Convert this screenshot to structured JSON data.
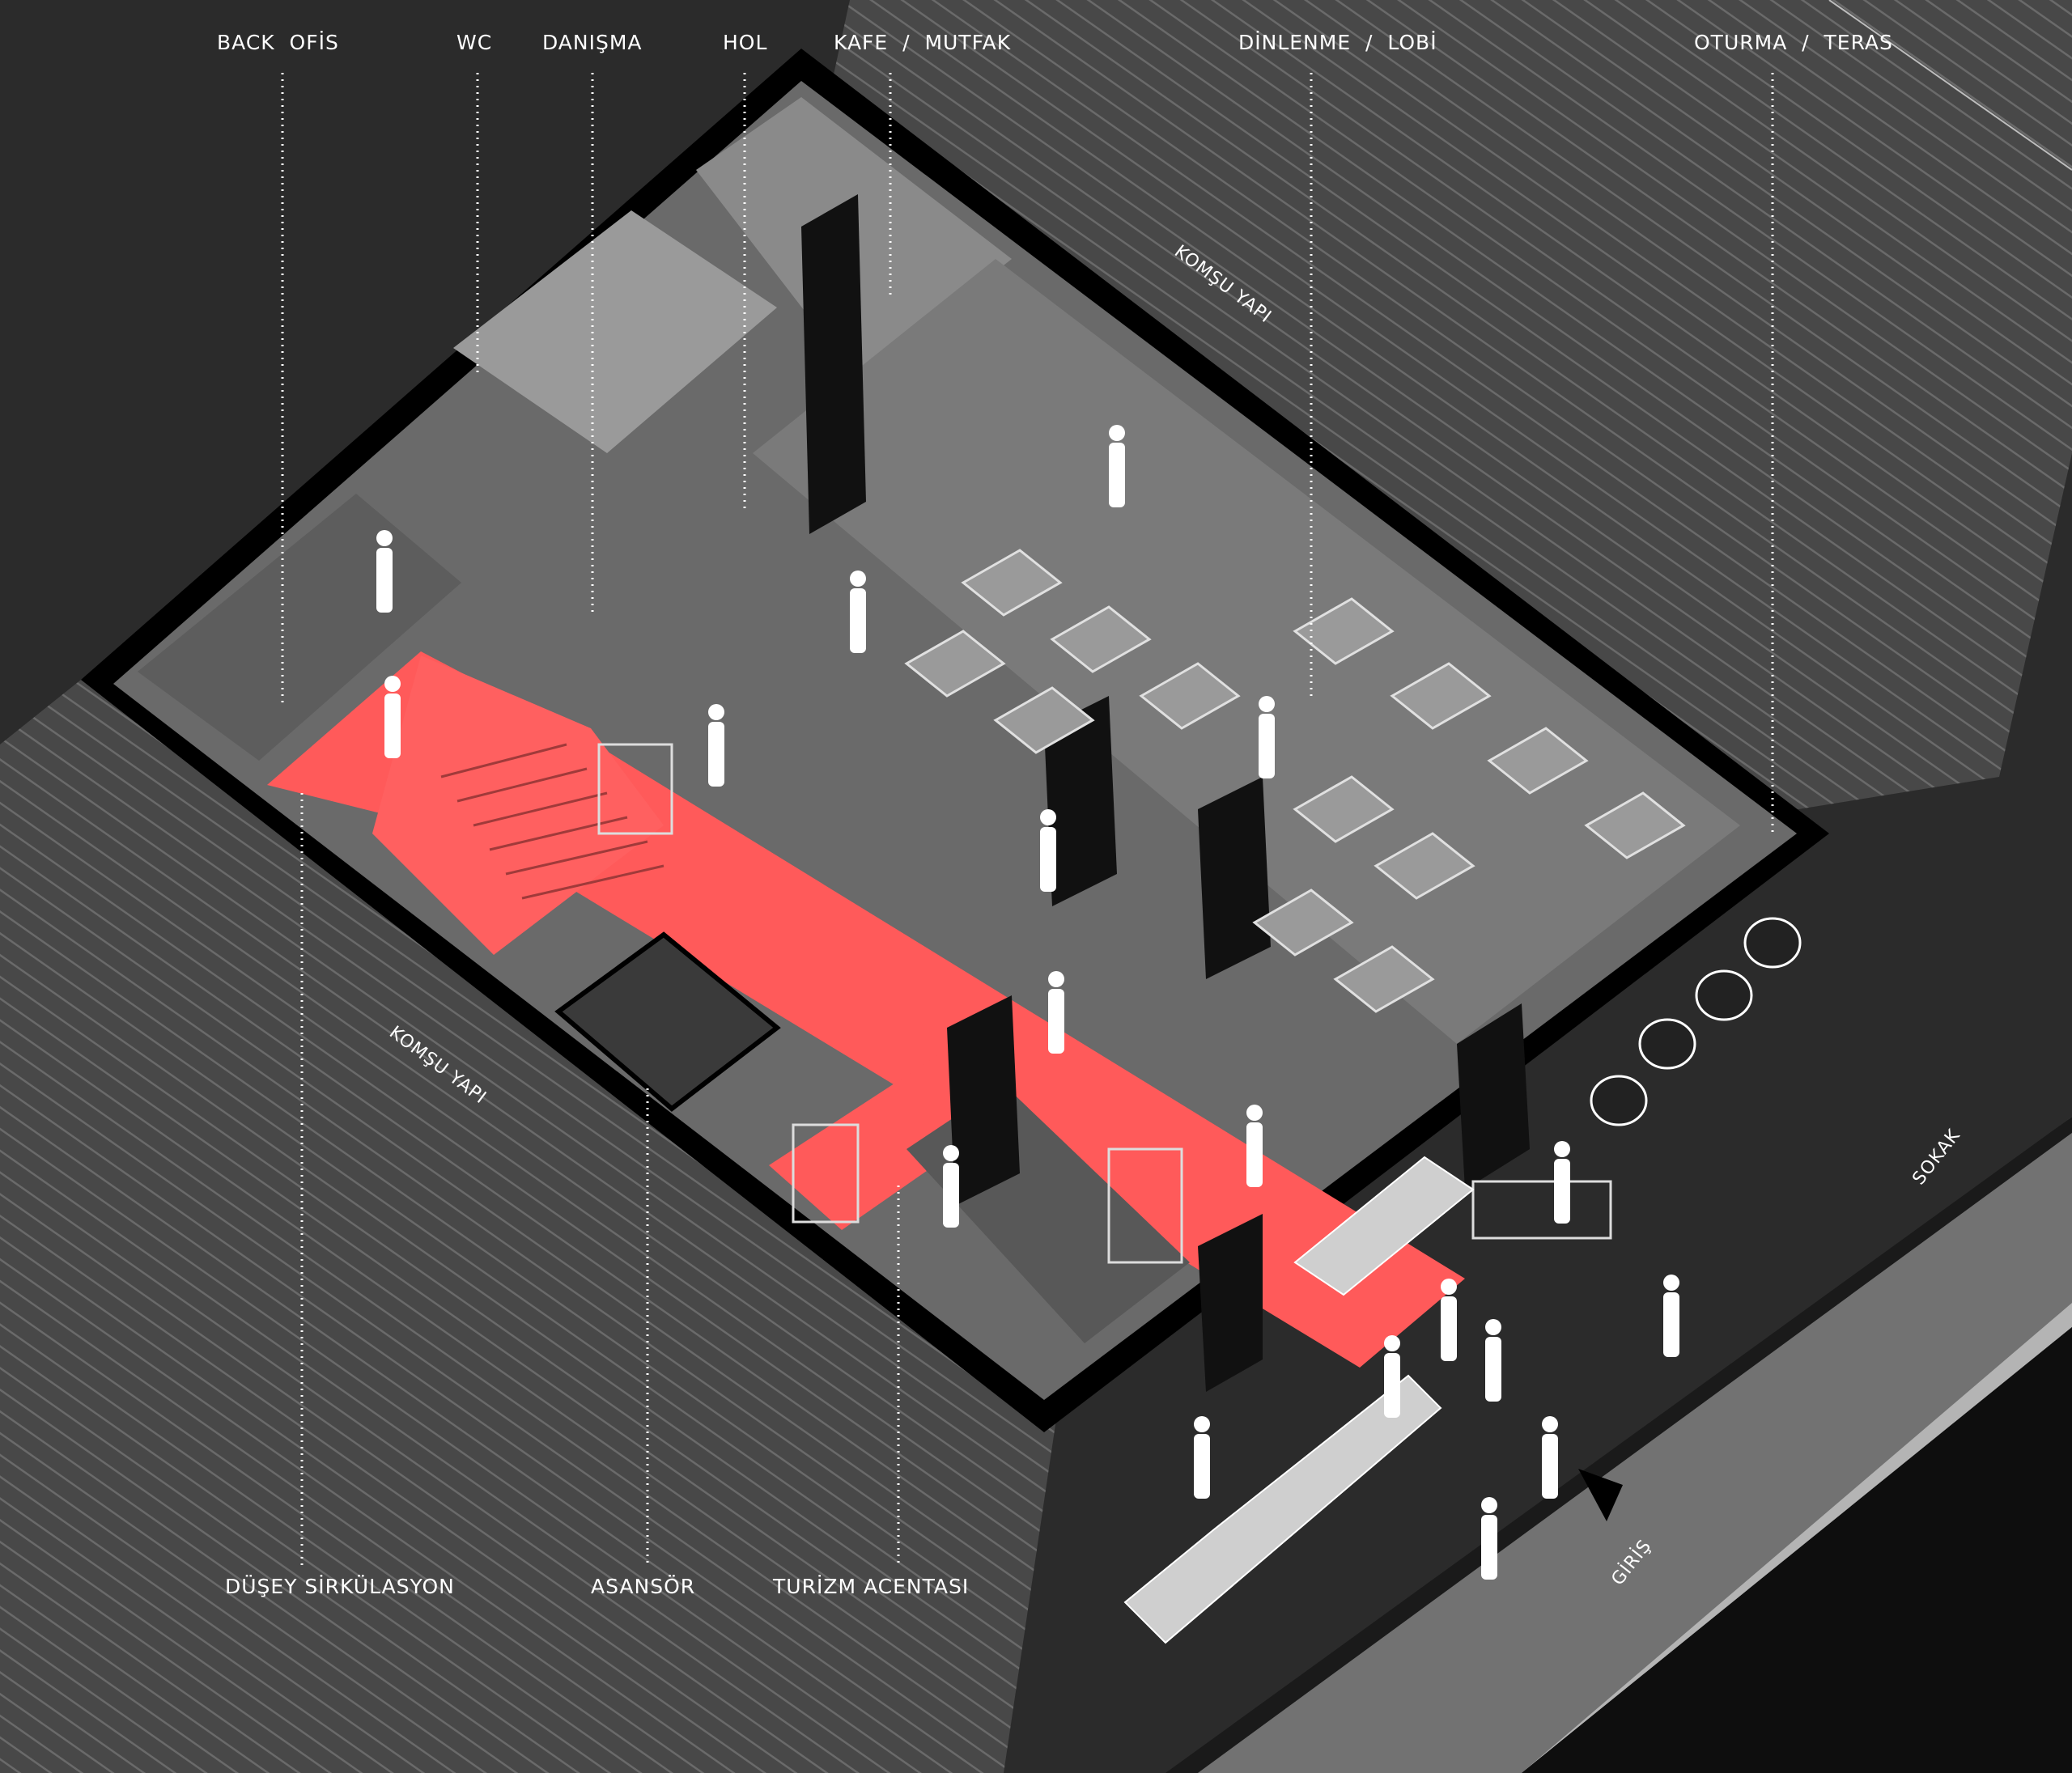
{
  "labels": {
    "back_ofis": "BACK  OFİS",
    "wc": "WC",
    "danisma": "DANIŞMA",
    "hol": "HOL",
    "kafe_mutfak": "KAFE  /  MUTFAK",
    "dinlenme_lobi": "DİNLENME  /  LOBİ",
    "oturma_teras": "OTURMA  /  TERAS",
    "dusey_sirkulasyon": "DÜŞEY SİRKÜLASYON",
    "asansor": "ASANSÖR",
    "turizm_acentasi": "TURİZM ACENTASI",
    "komsu_yapi_top": "KOMŞU YAPI",
    "komsu_yapi_left": "KOMŞU YAPI",
    "sokak": "SOKAK",
    "giris": "GİRİŞ"
  },
  "colors": {
    "background_dark": "#2b2b2b",
    "hatch": "#5a5a5a",
    "floor": "#6b6b6b",
    "walls": "#000000",
    "circulation_red": "#ff5a5a",
    "street": "#6e6e6e",
    "sidewalk": "#b0b0b0",
    "label_text": "#ffffff"
  }
}
